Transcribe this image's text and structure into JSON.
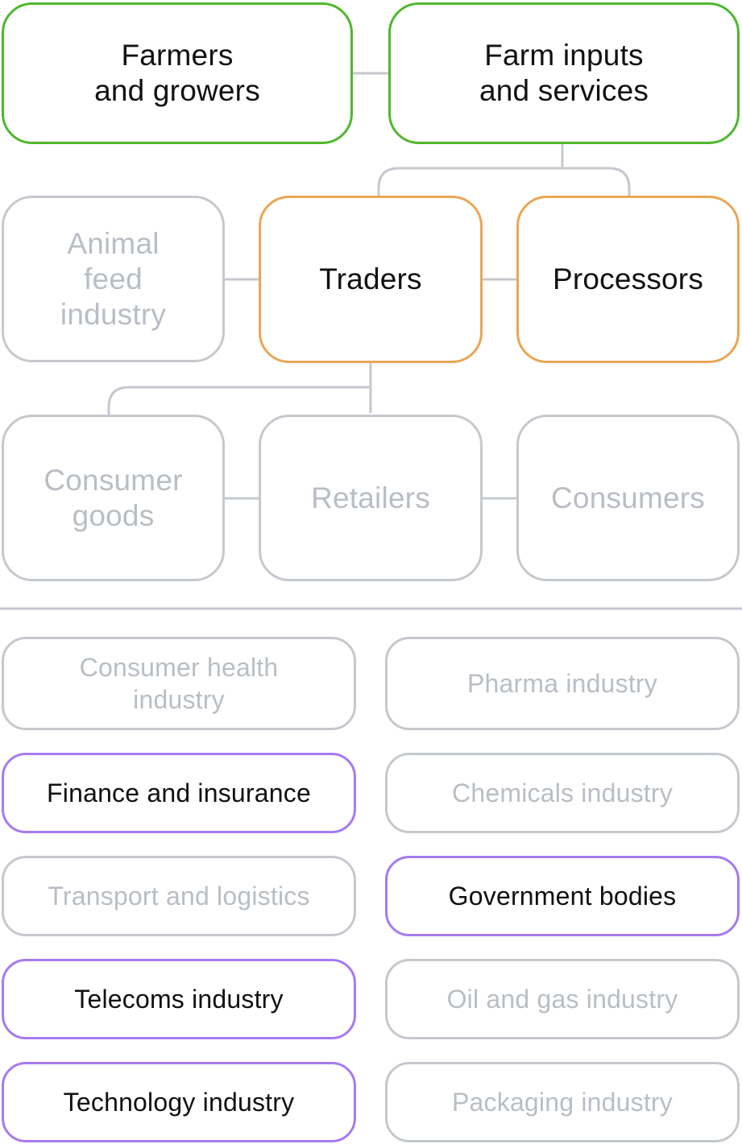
{
  "value_chain": {
    "farmers": "Farmers\nand growers",
    "farm_inputs": "Farm inputs\nand services",
    "animal_feed": "Animal\nfeed\nindustry",
    "traders": "Traders",
    "processors": "Processors",
    "consumer_goods": "Consumer\ngoods",
    "retailers": "Retailers",
    "consumers": "Consumers"
  },
  "sectors": {
    "consumer_health": "Consumer health\nindustry",
    "pharma": "Pharma industry",
    "finance": "Finance and insurance",
    "chemicals": "Chemicals industry",
    "transport": "Transport and logistics",
    "government": "Government bodies",
    "telecoms": "Telecoms industry",
    "oil_gas": "Oil and gas industry",
    "technology": "Technology industry",
    "packaging": "Packaging industry"
  },
  "colors": {
    "highlight_primary": "#4fb82e",
    "highlight_secondary": "#eba654",
    "highlight_sector": "#a77af2",
    "inactive_border": "#c5c9ce",
    "inactive_text": "#b9bec4",
    "connector": "#c5c9ce"
  }
}
